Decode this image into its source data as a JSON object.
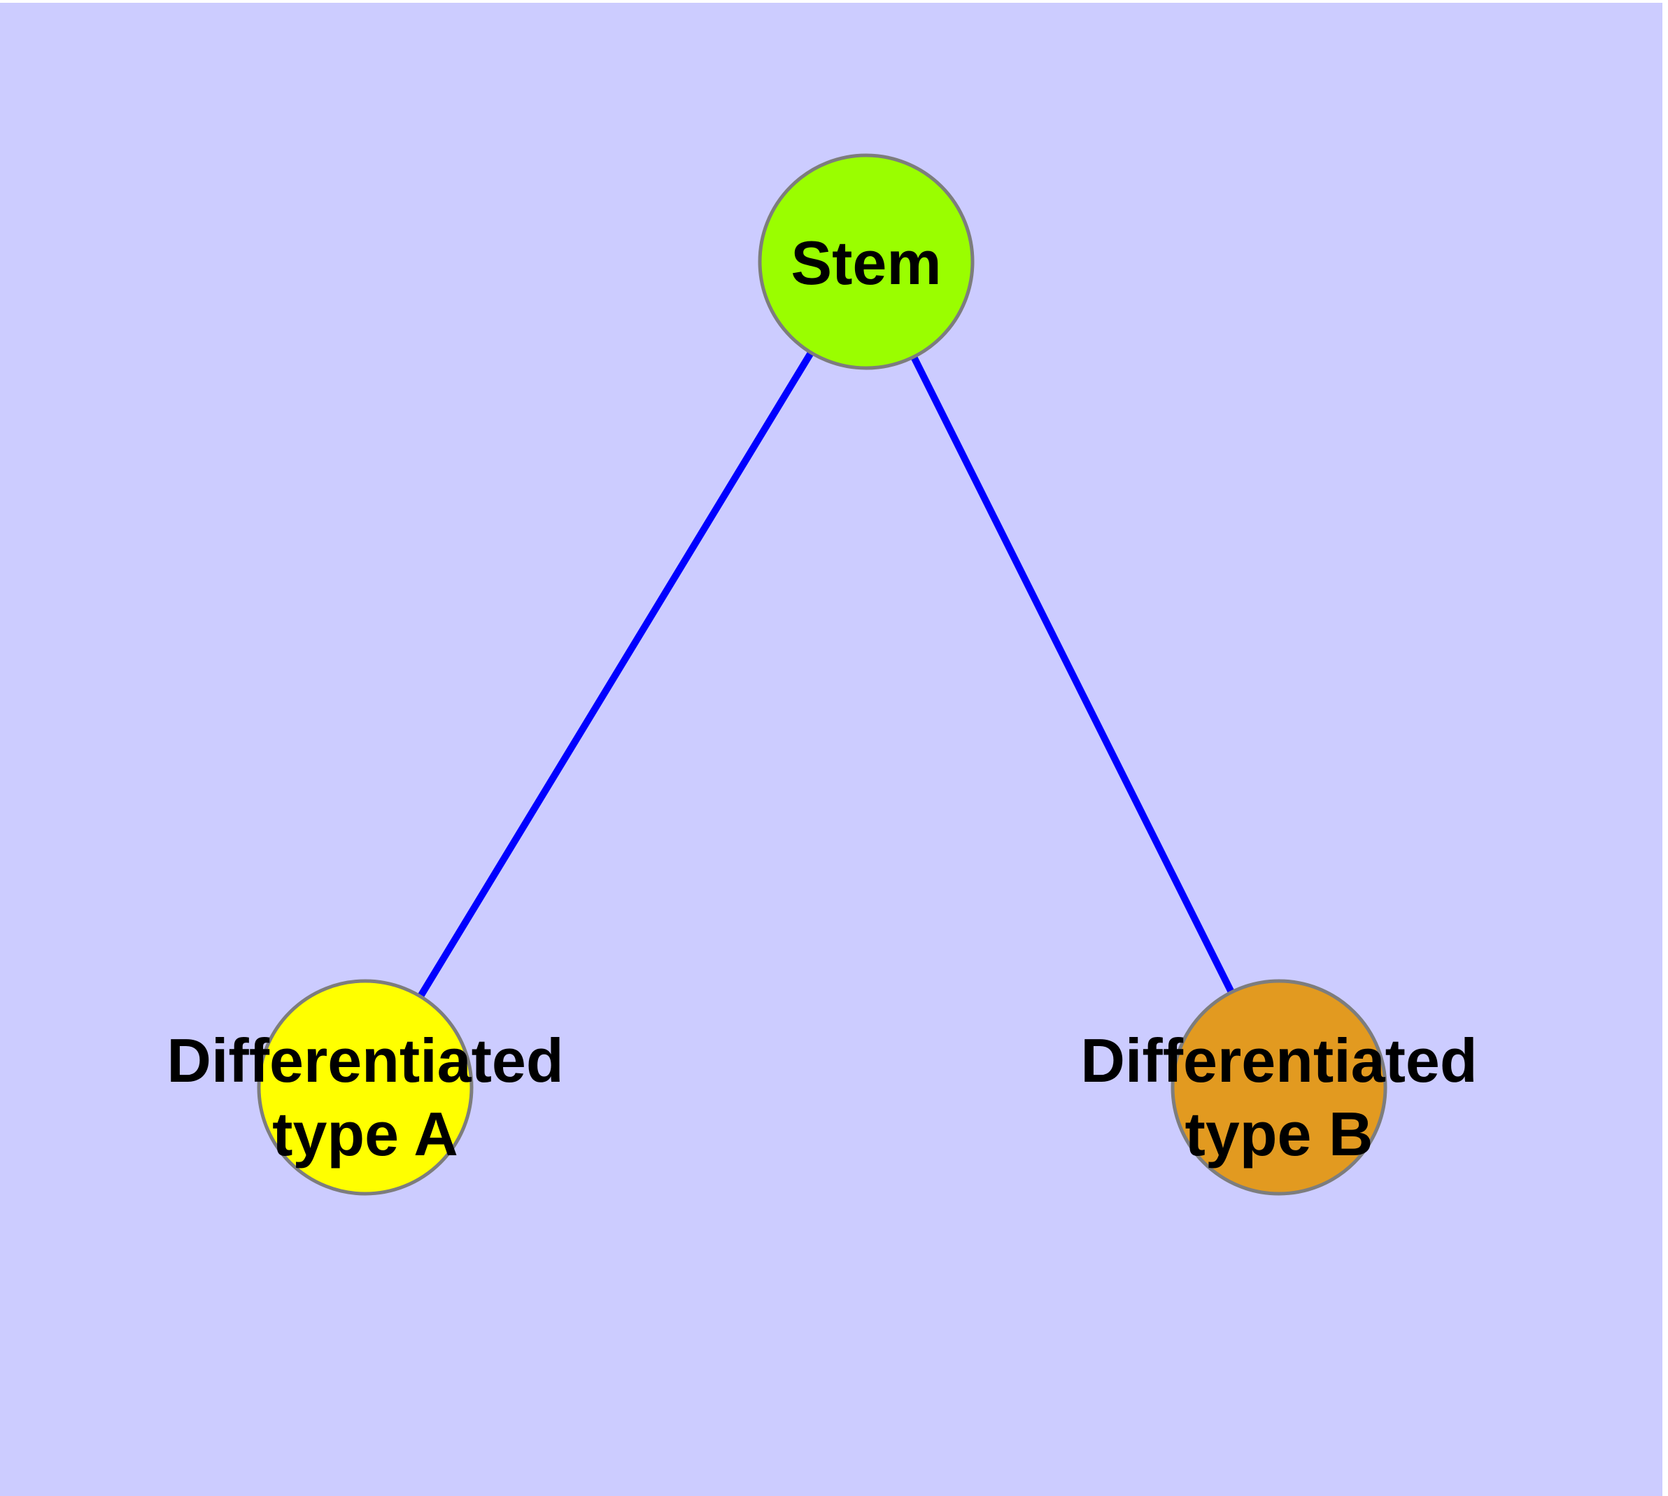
{
  "diagram": {
    "background_color": "#ccccff",
    "frame_color": "#ffffff",
    "edge_color": "#0000ff",
    "node_border_color": "#7d7d7d",
    "label_color": "#000000",
    "nodes": [
      {
        "id": "stem",
        "label": "Stem",
        "label_line1": "Stem",
        "label_line2": "",
        "fill": "#9afe00"
      },
      {
        "id": "differentiated-type-a",
        "label": "Differentiated type A",
        "label_line1": "Differentiated",
        "label_line2": "type A",
        "fill": "#ffff00"
      },
      {
        "id": "differentiated-type-b",
        "label": "Differentiated type B",
        "label_line1": "Differentiated",
        "label_line2": "type B",
        "fill": "#e29a20"
      }
    ],
    "edges": [
      {
        "from": "stem",
        "to": "differentiated-type-a"
      },
      {
        "from": "stem",
        "to": "differentiated-type-b"
      }
    ]
  }
}
